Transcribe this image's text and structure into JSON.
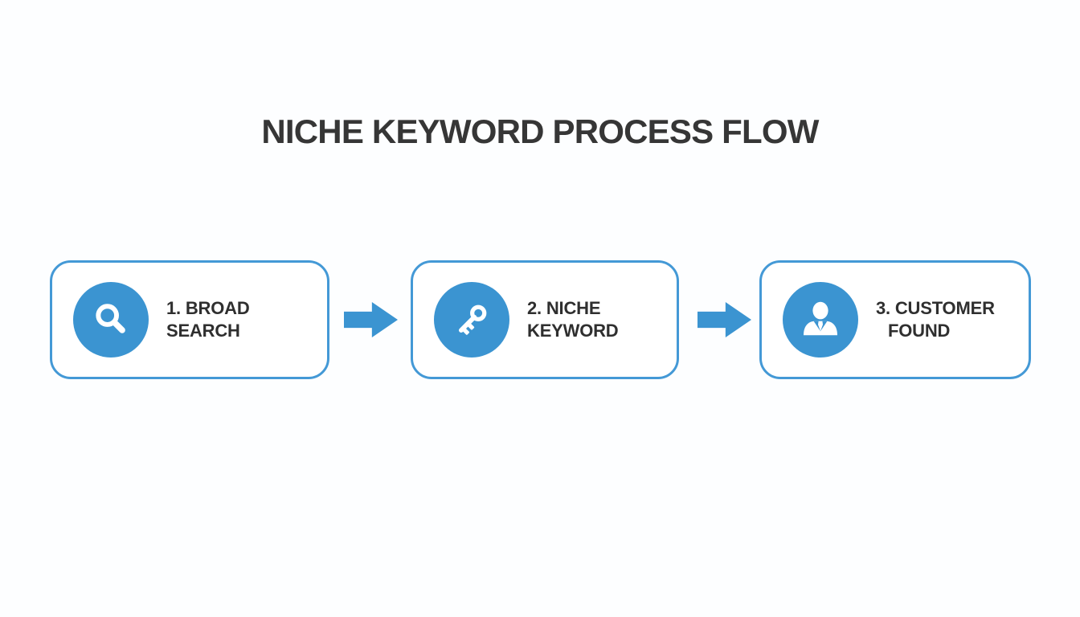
{
  "title": "NICHE KEYWORD PROCESS FLOW",
  "steps": [
    {
      "label": "1. BROAD SEARCH",
      "icon": "magnifier-icon"
    },
    {
      "label": "2. NICHE KEYWORD",
      "icon": "key-icon"
    },
    {
      "label": "3. CUSTOMER",
      "label_line2": "FOUND",
      "icon": "customer-icon"
    }
  ],
  "connectors": [
    {
      "type": "arrow-right"
    },
    {
      "type": "arrow-right"
    }
  ],
  "colors": {
    "accent_blue": "#3b94d1",
    "box_border_blue": "#4499d6",
    "box_fill": "#ffffff",
    "title_text": "#363636",
    "label_text": "#2f2f2f",
    "background": "#fdfeff",
    "icon_glyph": "#ffffff"
  }
}
